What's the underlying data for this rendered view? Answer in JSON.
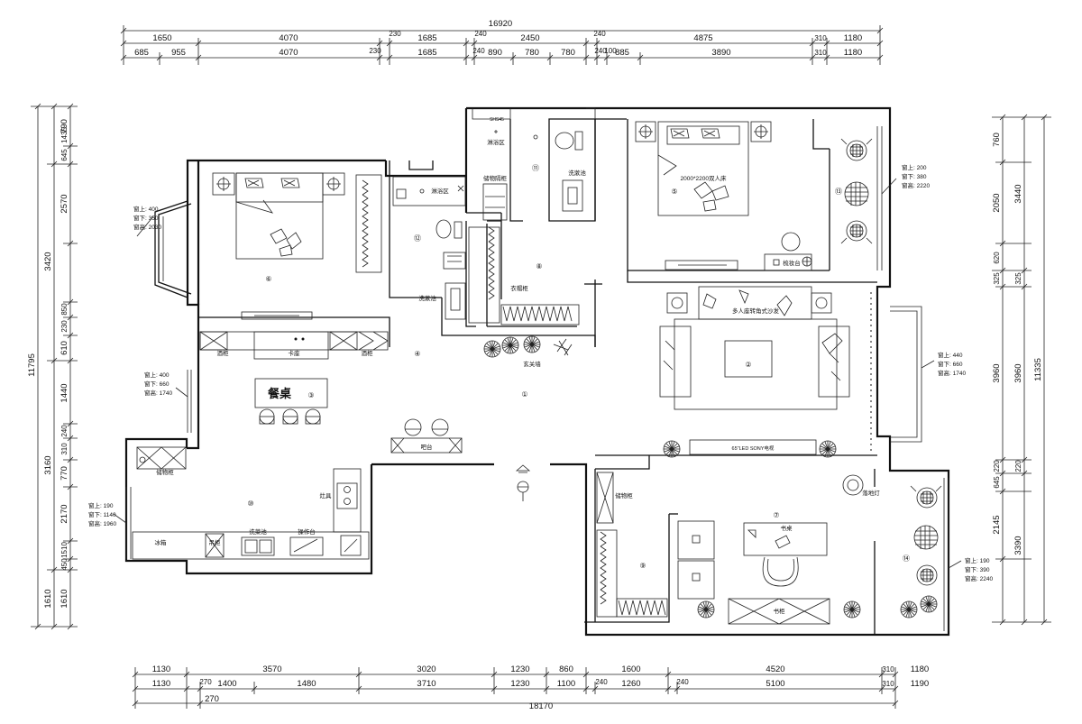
{
  "dimensions": {
    "top_total": "16920",
    "top_row1": [
      "1650",
      "4070",
      "230",
      "1685",
      "240",
      "2450",
      "240",
      "4875",
      "310",
      "1180"
    ],
    "top_row2": [
      "685",
      "955",
      "4070",
      "230",
      "1685",
      "240",
      "890",
      "780",
      "780",
      "240",
      "100",
      "885",
      "3890",
      "310",
      "1180"
    ],
    "bottom_row1": [
      "1130",
      "3570",
      "3020",
      "1230",
      "860",
      "1600",
      "4520",
      "310",
      "1180"
    ],
    "bottom_row2": [
      "1130",
      "270",
      "1400",
      "1480",
      "3710",
      "1230",
      "1100",
      "240",
      "1260",
      "240",
      "5100",
      "310",
      "1190"
    ],
    "bottom_row3": [
      "270"
    ],
    "bottom_total": "18170",
    "left_total": "11795",
    "left_outer": [
      "3420",
      "3160",
      "1610"
    ],
    "left_inner": [
      "1435",
      "790",
      "645",
      "2570",
      "850",
      "230",
      "610",
      "1440",
      "240",
      "310",
      "770",
      "2170",
      "1510",
      "450",
      "1610"
    ],
    "right_outer": [
      "3440",
      "11335"
    ],
    "right_inner": [
      "760",
      "2050",
      "620",
      "325",
      "325",
      "3960",
      "3960",
      "220",
      "220",
      "645",
      "2145",
      "3390"
    ]
  },
  "rooms": {
    "r1": "①",
    "r2": "②",
    "r3": "③",
    "r4": "④",
    "r5": "⑤",
    "r6": "⑥",
    "r7": "⑦",
    "r8": "⑧",
    "r9": "⑨",
    "r10": "⑩",
    "r11": "⑪",
    "r12": "⑫",
    "r13": "⑬",
    "r14": "⑭"
  },
  "labels": {
    "dining_table": "餐桌",
    "double_bed": "2000*2200双人床",
    "sofa": "多人座转角式沙发",
    "tv_main": "65\"LED SONY电视",
    "card_seat": "卡座",
    "wine_cabinet_l": "酒柜",
    "wine_cabinet_r": "酒柜",
    "porch_cabinet": "玄关墙",
    "wardrobe_8": "衣帽柜",
    "bar": "吧台",
    "storage_kitchen": "储物柜",
    "storage_study": "储物柜",
    "stove": "灶具",
    "sink": "洗菜池",
    "counter": "操作台",
    "fridge": "冰箱",
    "cupboard": "吊柜",
    "basin_12": "洗漱池",
    "basin_11": "洗漱池",
    "shower": "淋浴区",
    "shower_11": "淋浴区",
    "storage_11": "储物隔柜",
    "dressing": "梳妆台",
    "desk": "书桌",
    "lamp": "落地灯",
    "bookcase": "书柜",
    "small_top": "SHS45"
  },
  "windows": {
    "w6": [
      "窗上: 400",
      "窗下: 350",
      "窗高: 2030"
    ],
    "w3": [
      "窗上: 400",
      "窗下: 660",
      "窗高: 1740"
    ],
    "w10": [
      "窗上: 190",
      "窗下: 1140",
      "窗高: 1960"
    ],
    "w13": [
      "窗上: 200",
      "窗下: 380",
      "窗高: 2220"
    ],
    "w2": [
      "窗上: 440",
      "窗下: 660",
      "窗高: 1740"
    ],
    "w14": [
      "窗上: 190",
      "窗下: 390",
      "窗高: 2240"
    ]
  }
}
